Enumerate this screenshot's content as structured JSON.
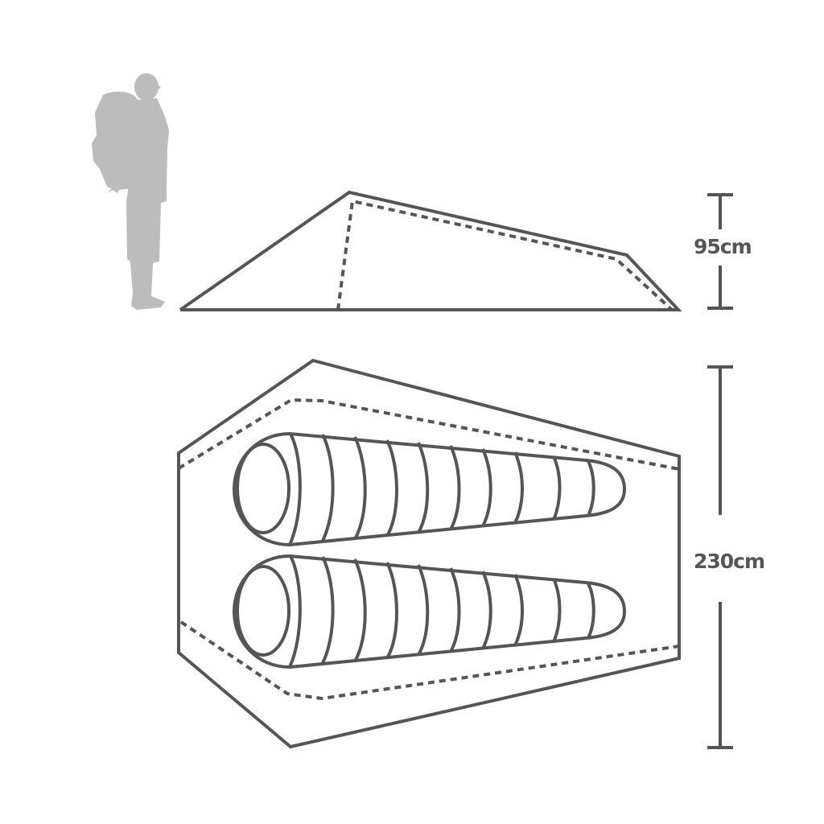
{
  "diagram": {
    "title": "Tent dimensions diagram",
    "colors": {
      "line": "#555555",
      "person": "#bcbcbc",
      "background": "#ffffff"
    },
    "person": {
      "icon": "hiker-with-backpack-silhouette"
    },
    "side_view": {
      "label": "side-view-tent"
    },
    "top_view": {
      "label": "top-view-tent",
      "sleeping_bags": 2
    },
    "dimensions": {
      "height": "95cm",
      "length": "230cm"
    }
  }
}
